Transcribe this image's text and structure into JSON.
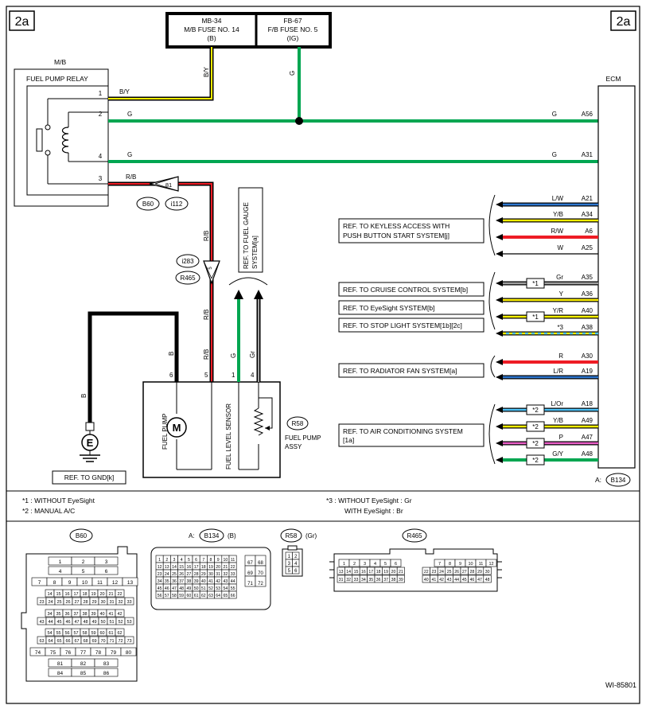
{
  "page_tag": "2a",
  "fuses": {
    "mb": {
      "conn": "MB-34",
      "name": "M/B FUSE NO. 14",
      "sub": "(B)"
    },
    "fb": {
      "conn": "FB-67",
      "name": "F/B FUSE NO. 5",
      "sub": "(IG)"
    }
  },
  "mb_label": "M/B",
  "relay": {
    "title": "FUEL PUMP RELAY",
    "pins": [
      "1",
      "2",
      "4",
      "3"
    ]
  },
  "ecm": {
    "title": "ECM",
    "conn_prefix": "A:",
    "conn": "B134"
  },
  "wires": {
    "by": "B/Y",
    "g": "G",
    "rb": "R/B",
    "b": "B",
    "gr": "Gr",
    "pin81": "81",
    "pin6": "6",
    "pin5": "5",
    "pin1": "1",
    "pin4": "4"
  },
  "connectors": {
    "b60": "B60",
    "i112": "i112",
    "i283": "i283",
    "r465": "R465",
    "r58": "R58"
  },
  "ecm_pins": [
    {
      "color": "G",
      "pin": "A56"
    },
    {
      "color": "G",
      "pin": "A31"
    },
    {
      "color": "L/W",
      "pin": "A21"
    },
    {
      "color": "Y/B",
      "pin": "A34"
    },
    {
      "color": "R/W",
      "pin": "A6"
    },
    {
      "color": "W",
      "pin": "A25"
    },
    {
      "color": "Gr",
      "pin": "A35"
    },
    {
      "color": "Y",
      "pin": "A36"
    },
    {
      "color": "Y/R",
      "pin": "A40"
    },
    {
      "color": "*3",
      "pin": "A38"
    },
    {
      "color": "R",
      "pin": "A30"
    },
    {
      "color": "L/R",
      "pin": "A19"
    },
    {
      "color": "L/Or",
      "pin": "A18"
    },
    {
      "color": "Y/B",
      "pin": "A49"
    },
    {
      "color": "P",
      "pin": "A47"
    },
    {
      "color": "G/Y",
      "pin": "A48"
    }
  ],
  "marks": {
    "m1": "*1",
    "m2": "*2"
  },
  "refs": {
    "keyless_1": "REF. TO KEYLESS ACCESS WITH",
    "keyless_2": "PUSH BUTTON START SYSTEM[j]",
    "cruise": "REF. TO CRUISE CONTROL SYSTEM[b]",
    "eyesight": "REF. TO EyeSight SYSTEM[b]",
    "stop": "REF. TO STOP LIGHT SYSTEM[1b][2c]",
    "radiator": "REF. TO RADIATOR FAN SYSTEM[a]",
    "ac_1": "REF. TO AIR CONDITIONING SYSTEM",
    "ac_2": "[1a]",
    "gauge_1": "REF. TO FUEL GAUGE",
    "gauge_2": "SYSTEM[a]",
    "gnd": "REF. TO GND[k]"
  },
  "fuel_pump": "FUEL PUMP",
  "sensor": "FUEL LEVEL SENSOR",
  "assy_1": "FUEL PUMP",
  "assy_2": "ASSY",
  "ground_letter": "E",
  "motor_letter": "M",
  "notes": {
    "n1": "*1  : WITHOUT EyeSight",
    "n2": "*2  : MANUAL A/C",
    "n3a": "*3  : WITHOUT EyeSight : Gr",
    "n3b": "WITH EyeSight : Br"
  },
  "bottom": {
    "b60": "B60",
    "b134_prefix": "A:",
    "b134": "B134",
    "b134_color": "(B)",
    "r58": "R58",
    "r58_color": "(Gr)",
    "r465": "R465"
  },
  "b60_rows": [
    [
      "1",
      "2",
      "3"
    ],
    [
      "4",
      "5",
      "6"
    ],
    [
      "7",
      "8",
      "9",
      "10",
      "11",
      "12",
      "13"
    ],
    [
      "14",
      "15",
      "16",
      "17",
      "18",
      "19",
      "20",
      "21",
      "22"
    ],
    [
      "23",
      "24",
      "25",
      "26",
      "27",
      "28",
      "29",
      "30",
      "31",
      "32",
      "33"
    ],
    [
      "34",
      "35",
      "36",
      "37",
      "38",
      "39",
      "40",
      "41",
      "42"
    ],
    [
      "43",
      "44",
      "45",
      "46",
      "47",
      "48",
      "49",
      "50",
      "51",
      "52",
      "53"
    ],
    [
      "54",
      "55",
      "56",
      "57",
      "58",
      "59",
      "60",
      "61",
      "62"
    ],
    [
      "63",
      "64",
      "65",
      "66",
      "67",
      "68",
      "69",
      "70",
      "71",
      "72",
      "73"
    ],
    [
      "74",
      "75",
      "76",
      "77",
      "78",
      "79",
      "80"
    ],
    [
      "81",
      "82",
      "83"
    ],
    [
      "84",
      "85",
      "86"
    ]
  ],
  "b134_rows": [
    [
      "1",
      "2",
      "3",
      "4",
      "5",
      "6",
      "7",
      "8",
      "9",
      "10",
      "11"
    ],
    [
      "12",
      "13",
      "14",
      "15",
      "16",
      "17",
      "18",
      "19",
      "20",
      "21",
      "22"
    ],
    [
      "23",
      "24",
      "25",
      "26",
      "27",
      "28",
      "29",
      "30",
      "31",
      "32",
      "33"
    ],
    [
      "34",
      "35",
      "36",
      "37",
      "38",
      "39",
      "40",
      "41",
      "42",
      "43",
      "44"
    ],
    [
      "45",
      "46",
      "47",
      "48",
      "49",
      "50",
      "51",
      "52",
      "53",
      "54",
      "55"
    ],
    [
      "56",
      "57",
      "58",
      "59",
      "60",
      "61",
      "62",
      "63",
      "64",
      "65",
      "66"
    ]
  ],
  "b134_side": [
    [
      "67",
      "68"
    ],
    [
      "69",
      "70"
    ],
    [
      "71",
      "72"
    ]
  ],
  "r58_rows": [
    [
      "1",
      "2"
    ],
    [
      "3",
      "4"
    ],
    [
      "5",
      "6"
    ]
  ],
  "r465_rows": [
    [
      "1",
      "2",
      "3",
      "4",
      "5",
      "6",
      "7",
      "8",
      "9",
      "10",
      "11",
      "12"
    ],
    [
      "13",
      "14",
      "15",
      "16",
      "17",
      "18",
      "19",
      "20",
      "21",
      "22",
      "23",
      "24",
      "25",
      "26",
      "27",
      "28",
      "29",
      "30"
    ],
    [
      "31",
      "32",
      "33",
      "34",
      "35",
      "36",
      "37",
      "38",
      "39",
      "40",
      "41",
      "42",
      "43",
      "44",
      "45",
      "46",
      "47",
      "48"
    ]
  ],
  "figure_id": "WI-85801",
  "colors": {
    "green": "#00a651",
    "red": "#ee1c25",
    "yellow": "#fff200",
    "blue": "#2e77d0",
    "gray": "#a0a0a0",
    "pink": "#ec5fc9",
    "cyan": "#4fc3f7"
  }
}
